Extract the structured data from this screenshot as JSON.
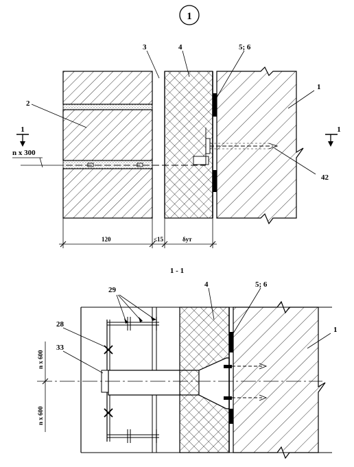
{
  "drawing": {
    "node_number": "1",
    "section_title": "1 - 1"
  },
  "elevation": {
    "labels": {
      "l1": "1",
      "l2": "2",
      "l3": "3",
      "l4": "4",
      "l56": "5; 6",
      "l42": "42",
      "section_left": "1",
      "section_right": "1",
      "spacing": "n x 300"
    },
    "dimensions": {
      "d120": "120",
      "d15": "≤15",
      "dut": "δут"
    }
  },
  "section": {
    "labels": {
      "l29": "29",
      "l4": "4",
      "l56": "5; 6",
      "l1": "1",
      "l28": "28",
      "l33": "33",
      "spacing_upper": "n x 600",
      "spacing_lower": "n x 600"
    }
  },
  "colors": {
    "line": "#000000",
    "background": "#ffffff"
  }
}
